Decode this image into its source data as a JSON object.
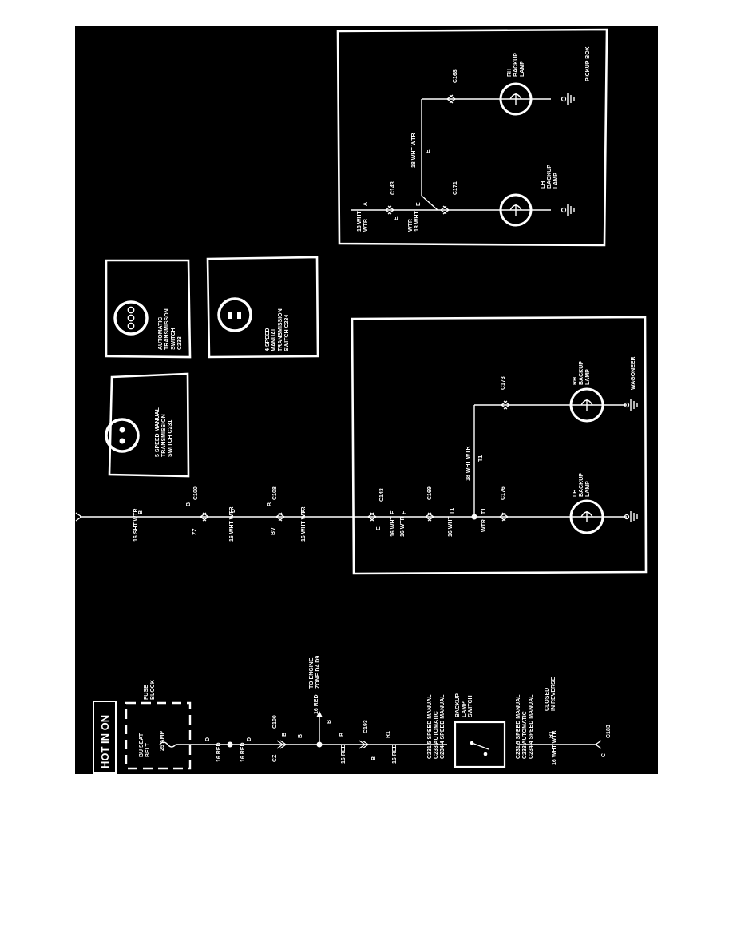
{
  "hot_label": "HOT IN ON",
  "fuse_block": {
    "title": [
      "FUSE",
      "BLOCK"
    ],
    "fuse_name": [
      "BU SEAT",
      "BELT"
    ],
    "fuse_rating": "25 AMP"
  },
  "lower_wires": {
    "d1": "D",
    "d1_color": "16 RED",
    "d2": "D",
    "d2_color": "16 RED",
    "c100_connector": "C100",
    "c100_left": "CZ",
    "c100_right": "B",
    "b_upper": "B",
    "to_engine_color": "16 RED",
    "to_engine_circuit": "B",
    "to_engine": [
      "TO ENGINE",
      "ZONE D4 D9"
    ],
    "b_mid": "B",
    "b_mid_color": "16 RED",
    "c193_connector": "C193",
    "c193_side": "B",
    "r1_upper": "R1",
    "r1_upper_color": "16 RED",
    "r1_lower": "R1",
    "r1_lower_color": "16 WHT WTR",
    "c183_connector": "C183",
    "c183_side": "C"
  },
  "switch": {
    "name": [
      "BACKUP",
      "LAMP",
      "SWITCH"
    ],
    "applies_top": [
      "C231 5 SPEED MANUAL",
      "C233 AUTOMATIC",
      "C234 4 SPEED MANUAL"
    ],
    "applies_bottom": [
      "C231 5 SPEED MANUAL",
      "C233 AUTOMATIC",
      "C234 4 SPEED MANUAL"
    ],
    "state": [
      "CLOSED",
      "IN REVERSE"
    ]
  },
  "middle_wires": {
    "b1": "B",
    "b1_color": "16 SHT WTR",
    "c100_connector": "C100",
    "c100_left": "ZZ",
    "c100_right": "B",
    "d": "D",
    "d_color": "16 WHT WTR",
    "c108_connector": "C108",
    "c108_left": "BV",
    "c108_right": "B",
    "a": "A",
    "a_color": "16 WHT WTR"
  },
  "transmission_switches": [
    {
      "name": [
        "5 SPEED MANUAL",
        "TRANSMISSION",
        "SWITCH C231"
      ]
    },
    {
      "name": [
        "AUTOMATIC",
        "TRANSMISSON",
        "SWITCH",
        "C233"
      ]
    },
    {
      "name": [
        "4 SPEED",
        "MANUAL",
        "TRANSMISSION",
        "SWITCH C234"
      ]
    }
  ],
  "wagoneer": {
    "label": "WAGONEER",
    "c143": "C143",
    "c143_side": "E",
    "e": "E",
    "e_color": "16 WHT",
    "f": "F",
    "f_color": "16 WTR",
    "c169": "C169",
    "t1a": "T1",
    "t1a_color": "16 WHT",
    "t1b": "T1",
    "t1b_color": "WTR",
    "c176": "C176",
    "c173": "C173",
    "t1_branch": "T1",
    "branch_color": "18 WHT WTR",
    "lh_lamp": [
      "LH",
      "BACKUP",
      "LAMP"
    ],
    "rh_lamp": [
      "RH",
      "BACKUP",
      "LAMP"
    ]
  },
  "pickup": {
    "label": "PICKUP BOX",
    "a": "A",
    "a_color": [
      "18 WHT",
      "WTR"
    ],
    "c143": "C143",
    "c143_side": "E",
    "e": "E",
    "e_color": [
      "WTR",
      "18 WHT"
    ],
    "c171": "C171",
    "c168": "C168",
    "e_branch": "E",
    "branch_color": "18 WHT WTR",
    "lh_lamp": [
      "LH",
      "BACKUP",
      "LAMP"
    ],
    "rh_lamp": [
      "RH",
      "BACKUP",
      "LAMP"
    ]
  }
}
